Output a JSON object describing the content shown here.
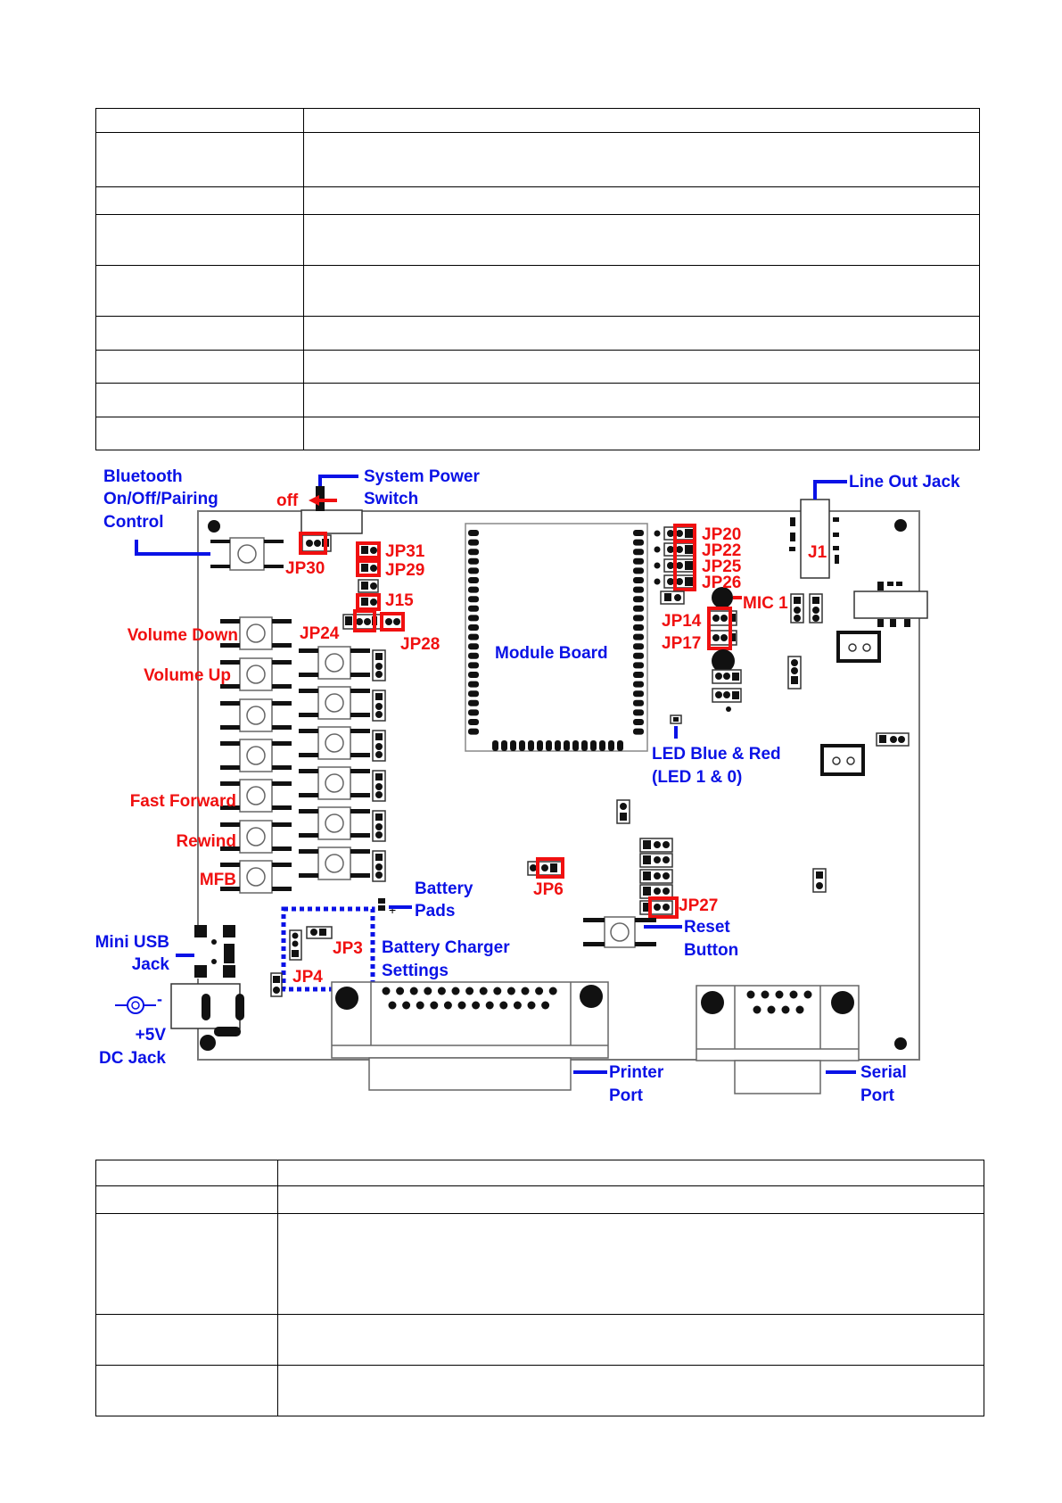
{
  "document": {
    "table_top": {
      "rows": [
        [
          "",
          ""
        ],
        [
          "",
          ""
        ],
        [
          "",
          ""
        ],
        [
          "",
          ""
        ],
        [
          "",
          ""
        ],
        [
          "",
          ""
        ],
        [
          "",
          ""
        ],
        [
          "",
          ""
        ],
        [
          "",
          ""
        ]
      ]
    },
    "table_bottom": {
      "rows": [
        [
          "",
          ""
        ],
        [
          "",
          ""
        ],
        [
          "",
          ""
        ],
        [
          "",
          ""
        ],
        [
          "",
          ""
        ]
      ]
    }
  },
  "diagram": {
    "colors": {
      "callout_blue": "#0a12e6",
      "jumper_red": "#f01010"
    },
    "callouts_blue": {
      "bluetooth_1": "Bluetooth",
      "bluetooth_2": "On/Off/Pairing",
      "bluetooth_3": "Control",
      "power_1": "System Power",
      "power_2": "Switch",
      "line_out": "Line Out Jack",
      "module_board": "Module Board",
      "led_1": "LED Blue & Red",
      "led_2": "(LED 1 & 0)",
      "battery_pads_1": "Battery",
      "battery_pads_2": "Pads",
      "charger_1": "Battery Charger",
      "charger_2": "Settings",
      "mini_usb_1": "Mini USB",
      "mini_usb_2": "Jack",
      "dc_1": "+5V",
      "dc_2": "DC Jack",
      "reset_1": "Reset",
      "reset_2": "Button",
      "printer_1": "Printer",
      "printer_2": "Port",
      "serial_1": "Serial",
      "serial_2": "Port"
    },
    "labels_red": {
      "off": "off",
      "jp30": "JP30",
      "jp31": "JP31",
      "jp29": "JP29",
      "j15": "J15",
      "jp24": "JP24",
      "jp28": "JP28",
      "jp20": "JP20",
      "jp22": "JP22",
      "jp25": "JP25",
      "jp26": "JP26",
      "mic1": "MIC 1",
      "jp14": "JP14",
      "jp17": "JP17",
      "j1": "J1",
      "jp6": "JP6",
      "jp27": "JP27",
      "jp3": "JP3",
      "jp4": "JP4",
      "volume_down": "Volume Down",
      "volume_up": "Volume Up",
      "fast_forward": "Fast Forward",
      "rewind": "Rewind",
      "mfb": "MFB"
    },
    "polarity": {
      "plus": "+",
      "minus": "-"
    }
  }
}
